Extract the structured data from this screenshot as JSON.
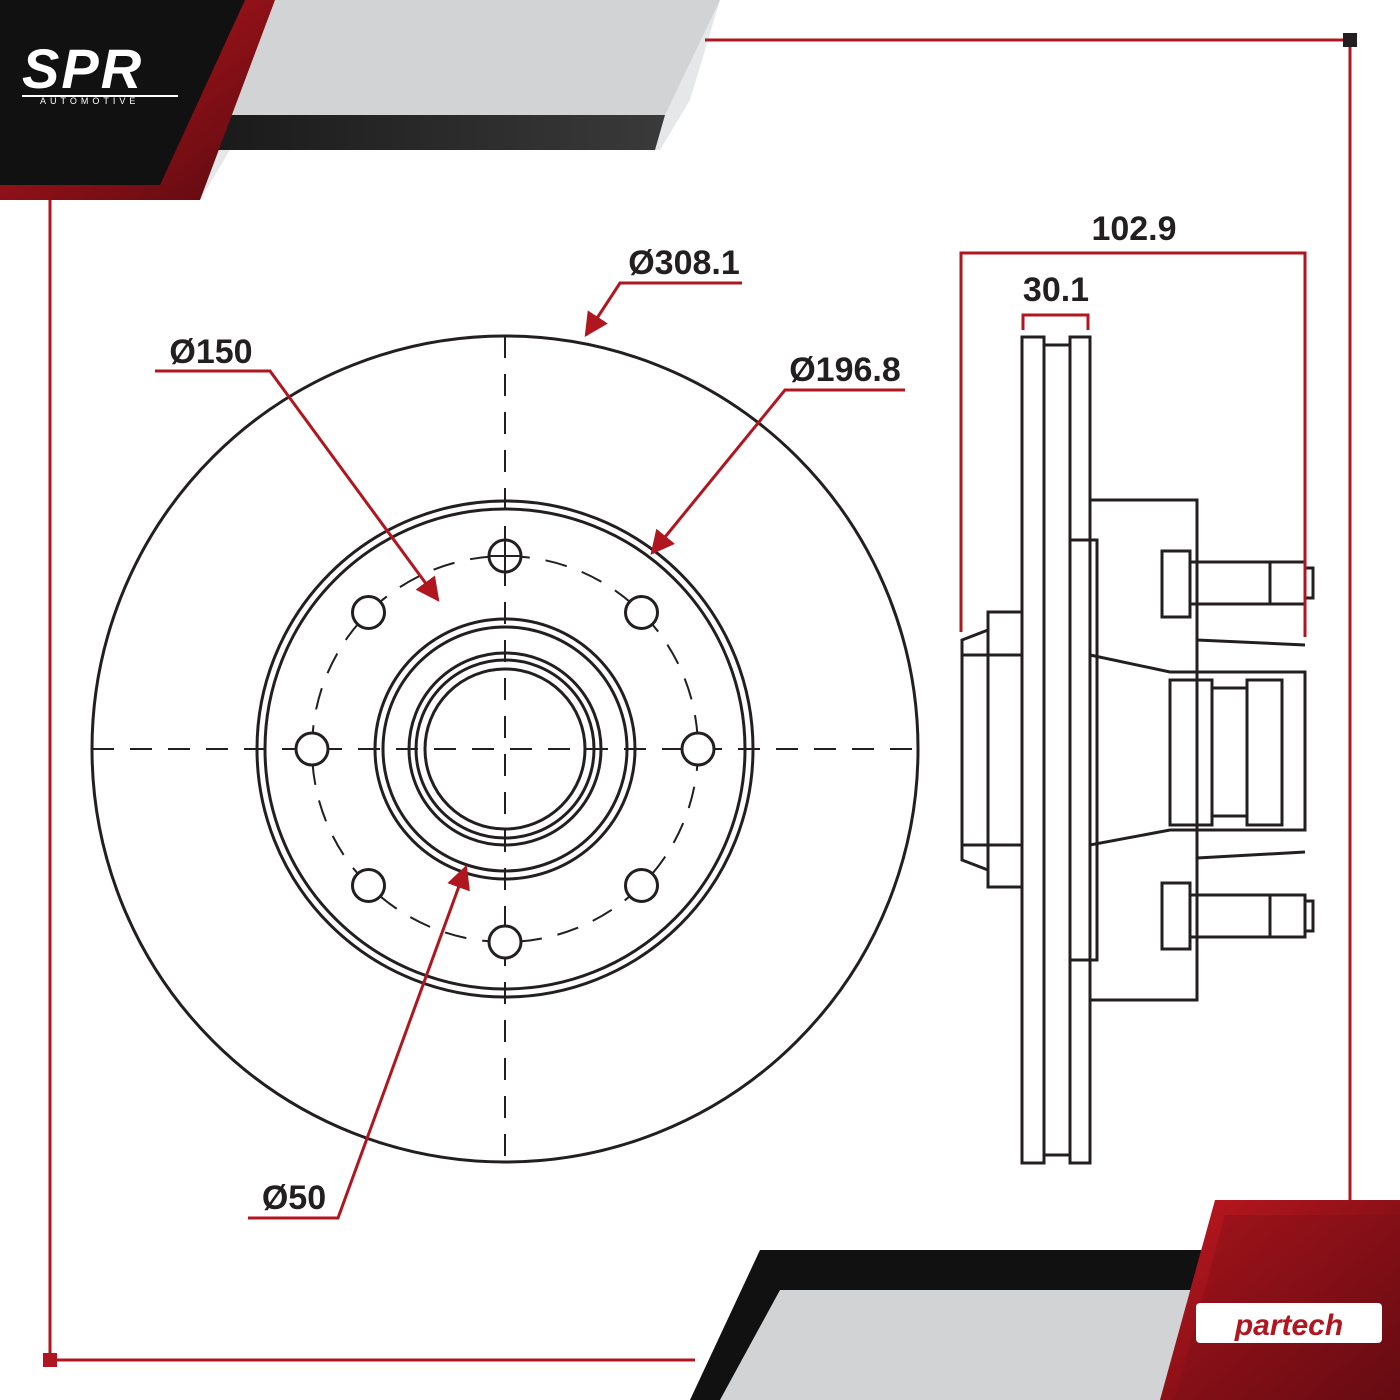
{
  "brand": {
    "logo_text": "SPR",
    "logo_subtext": "AUTOMOTIVE",
    "partner_logo_text": "partech"
  },
  "dimensions": {
    "outer_diameter": "Ø308.1",
    "bolt_circle_diameter": "Ø150",
    "hat_diameter": "Ø196.8",
    "center_bore_diameter": "Ø50",
    "overall_height": "102.9",
    "rotor_thickness": "30.1"
  },
  "colors": {
    "accent_red": "#b0161f",
    "line_black": "#231f20",
    "panel_gray": "#d1d3d4"
  }
}
